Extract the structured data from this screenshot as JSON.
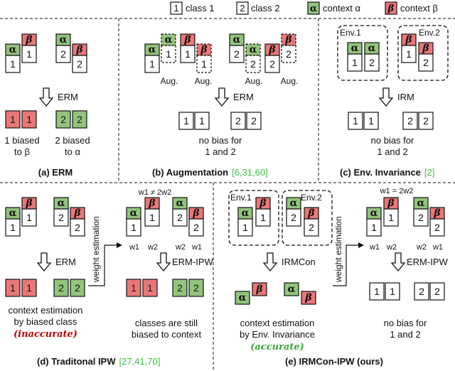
{
  "colors": {
    "green": "#93c47d",
    "red": "#ea7777",
    "border": "#111111",
    "cite": "#3fbf3f",
    "bad": "#c00000",
    "good": "#38a838"
  },
  "legend": {
    "class1_num": "1",
    "class1_label": "class 1",
    "class2_num": "2",
    "class2_label": "class 2",
    "alpha_sym": "α",
    "alpha_label": "context α",
    "beta_sym": "β",
    "beta_label": "context β"
  },
  "glyphs": {
    "one": "1",
    "two": "2",
    "alpha": "α",
    "beta": "β"
  },
  "panel_a": {
    "arrow_label": "ERM",
    "result1_l1": "1 biased",
    "result1_l2": "to β",
    "result2_l1": "2 biased",
    "result2_l2": "to α",
    "caption": "(a) ERM"
  },
  "panel_b": {
    "aug_label": "Aug.",
    "arrow_label": "ERM",
    "result_l1": "no bias for",
    "result_l2": "1 and 2",
    "caption_text": "(b) Augmentation",
    "caption_cite": "[6,31,60]"
  },
  "panel_c": {
    "env1_label": "Env.1",
    "env2_label": "Env.2",
    "arrow_label": "IRM",
    "result_l1": "no bias for",
    "result_l2": "1 and 2",
    "caption_text": "(c) Env. Invariance",
    "caption_cite": "[2]"
  },
  "panel_d": {
    "weight_relation": "w1 ≠ 2w2",
    "weights": [
      "w1",
      "w2",
      "w2",
      "w1"
    ],
    "arrow_label": "ERM",
    "arrow_label_2": "ERM-IPW",
    "side_label": "weight estimation",
    "left_l1": "context estimation",
    "left_l2": "by biased class",
    "left_l3": "(inaccurate)",
    "right_l1": "classes are still",
    "right_l2": "biased to context",
    "caption_text": "(d) Traditonal IPW",
    "caption_cite": "[27,41,70]"
  },
  "panel_e": {
    "env1_label": "Env.1",
    "env2_label": "Env.2",
    "weight_relation": "w1 = 2w2",
    "weights": [
      "w1",
      "w2",
      "w2",
      "w1"
    ],
    "arrow_label": "IRMCon",
    "arrow_label_2": "ERM-IPW",
    "side_label": "weight estimation",
    "left_l1": "context estimation",
    "left_l2": "by Env. Invariance",
    "left_l3": "(accurate)",
    "right_l1": "no bias for",
    "right_l2": "1 and 2",
    "caption": "(e) IRMCon-IPW (ours)"
  }
}
